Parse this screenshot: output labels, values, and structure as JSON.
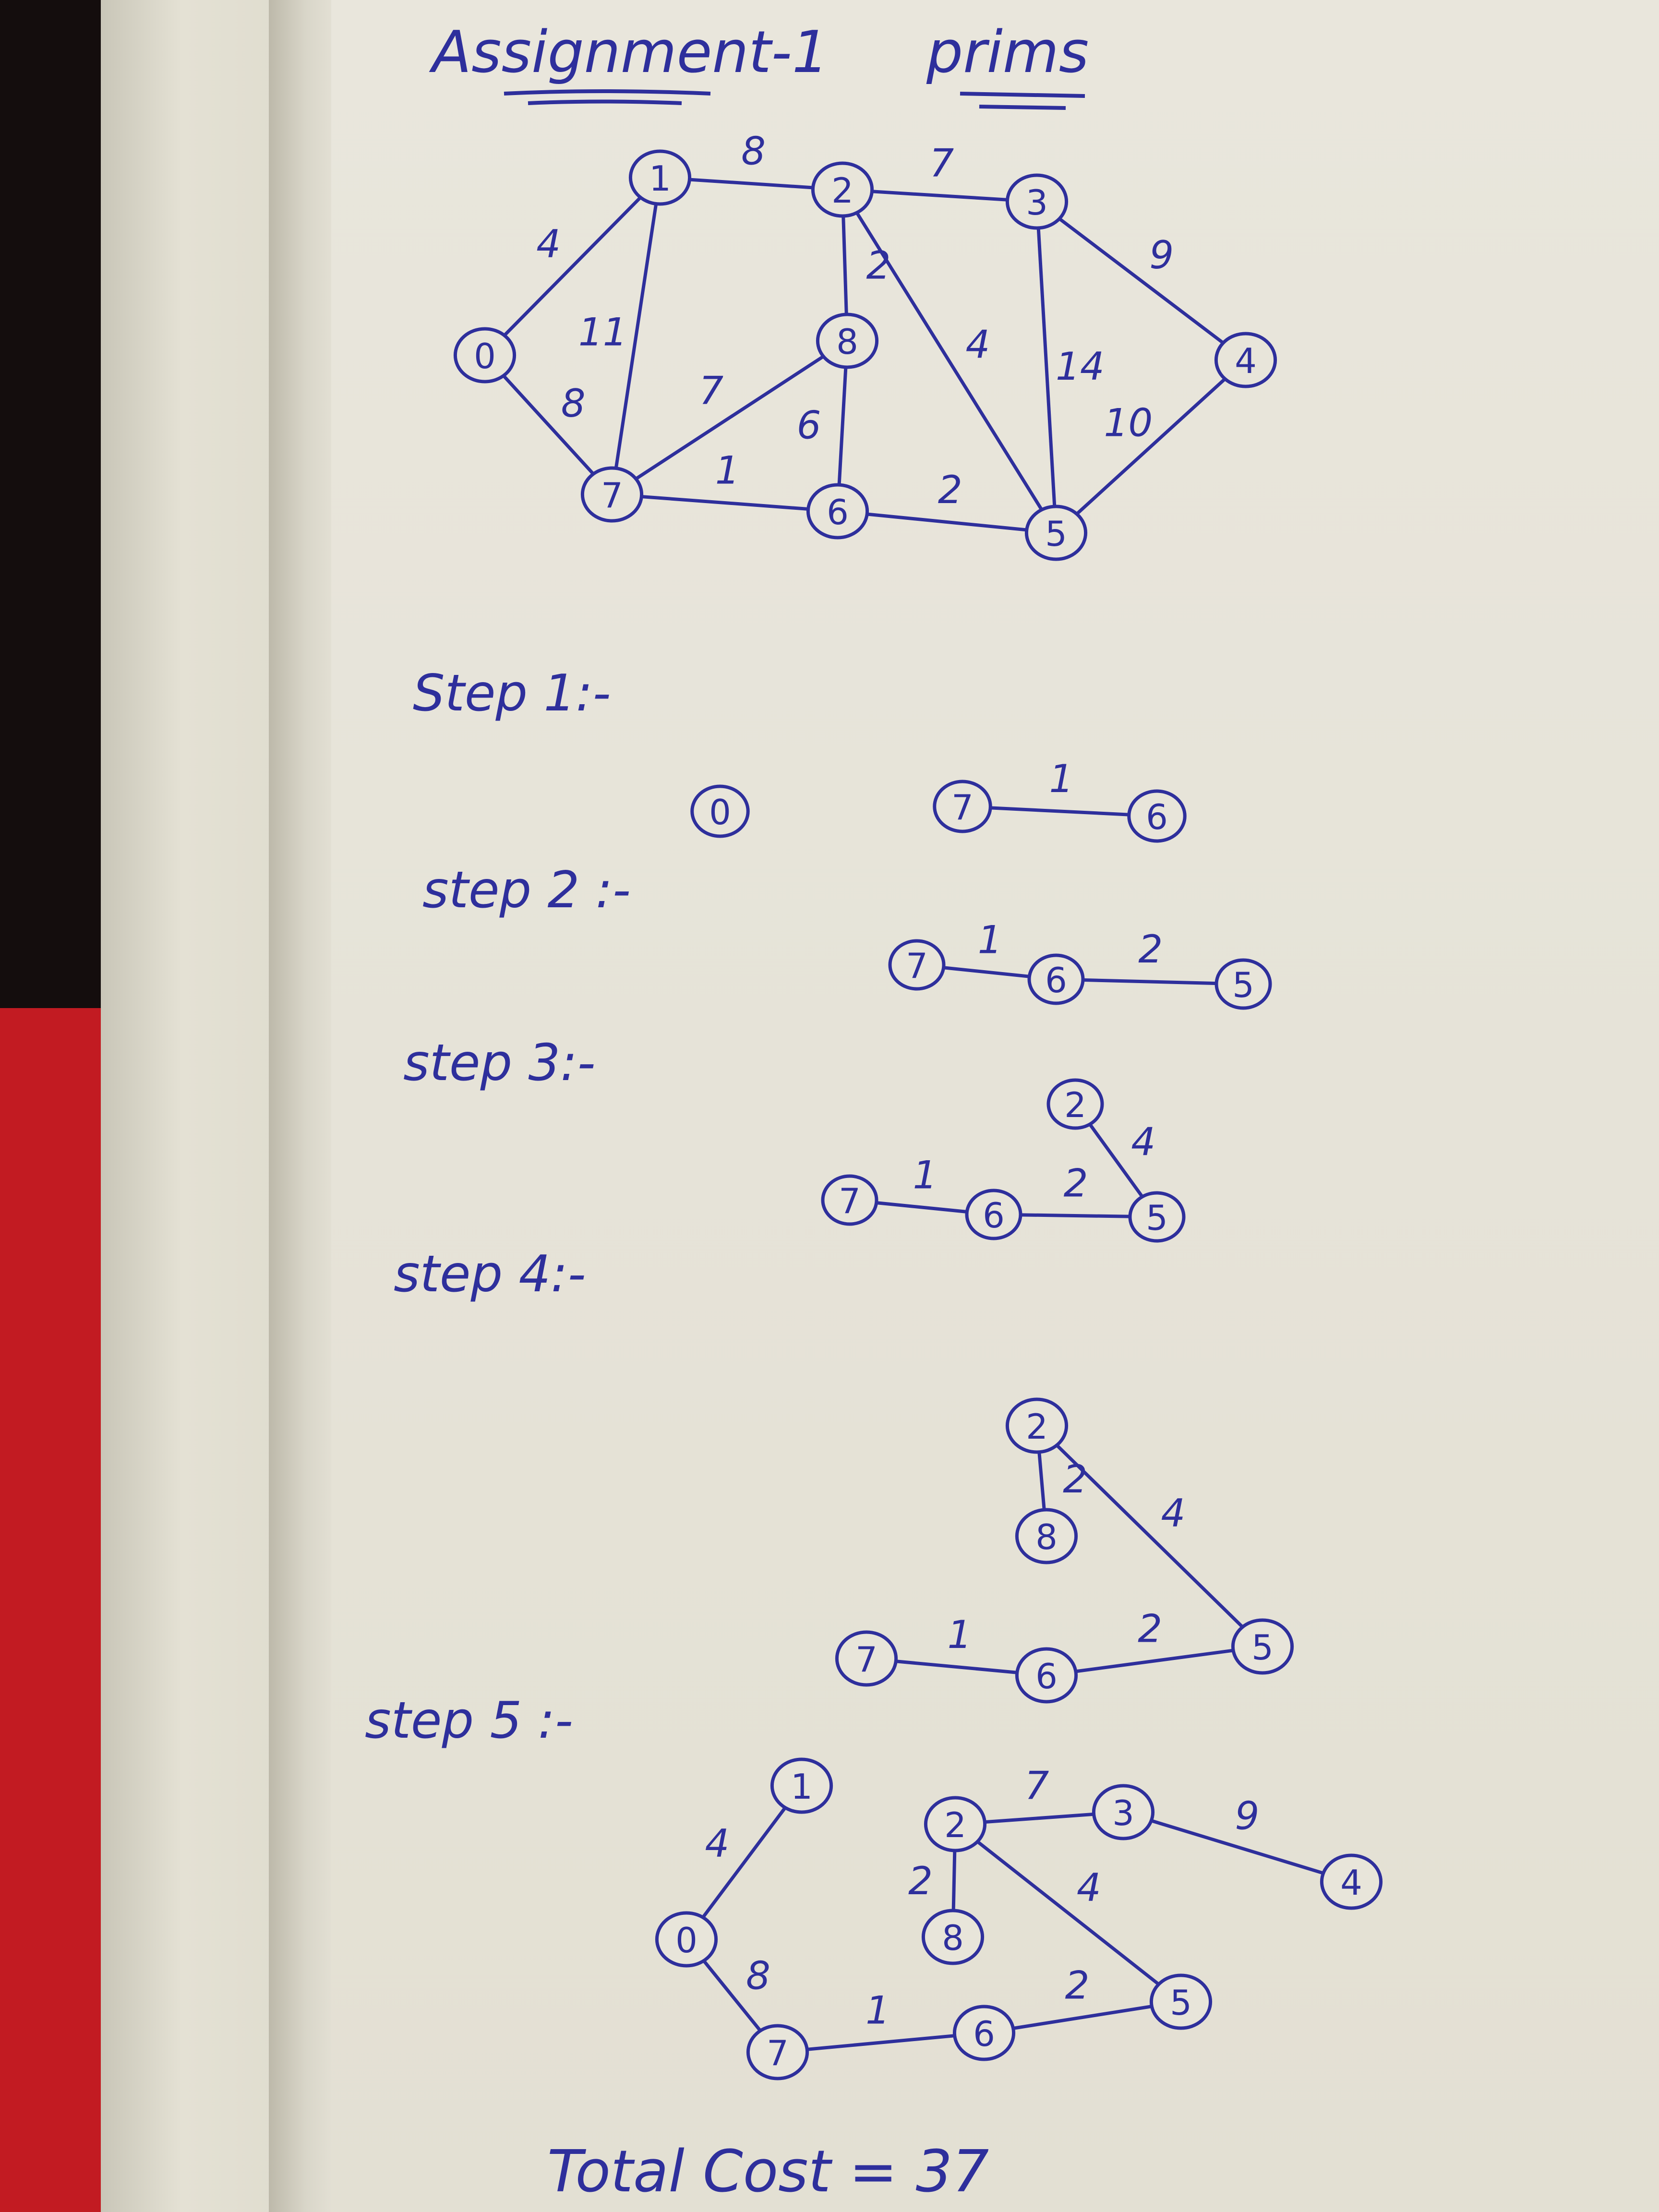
{
  "title": "Assignment-1",
  "subtitle": "prims",
  "ink_color": "#2e2f9c",
  "graph": {
    "nodes": [
      "0",
      "1",
      "2",
      "3",
      "4",
      "5",
      "6",
      "7",
      "8"
    ],
    "edges": [
      {
        "from": "0",
        "to": "1",
        "weight": "4"
      },
      {
        "from": "1",
        "to": "2",
        "weight": "8"
      },
      {
        "from": "2",
        "to": "3",
        "weight": "7"
      },
      {
        "from": "3",
        "to": "4",
        "weight": "9"
      },
      {
        "from": "0",
        "to": "7",
        "weight": "8"
      },
      {
        "from": "1",
        "to": "7",
        "weight": "11"
      },
      {
        "from": "2",
        "to": "8",
        "weight": "2"
      },
      {
        "from": "7",
        "to": "8",
        "weight": "7"
      },
      {
        "from": "8",
        "to": "6",
        "weight": "6"
      },
      {
        "from": "2",
        "to": "5",
        "weight": "4"
      },
      {
        "from": "3",
        "to": "5",
        "weight": "14"
      },
      {
        "from": "4",
        "to": "5",
        "weight": "10"
      },
      {
        "from": "7",
        "to": "6",
        "weight": "1"
      },
      {
        "from": "6",
        "to": "5",
        "weight": "2"
      }
    ]
  },
  "steps": [
    {
      "label": "Step 1:-",
      "nodes": [
        "0",
        "7",
        "6"
      ],
      "edges": [
        {
          "from": "7",
          "to": "6",
          "weight": "1"
        }
      ]
    },
    {
      "label": "step 2 :-",
      "nodes": [
        "7",
        "6",
        "5"
      ],
      "edges": [
        {
          "from": "7",
          "to": "6",
          "weight": "1"
        },
        {
          "from": "6",
          "to": "5",
          "weight": "2"
        }
      ]
    },
    {
      "label": "step 3:-",
      "nodes": [
        "2",
        "7",
        "6",
        "5"
      ],
      "edges": [
        {
          "from": "7",
          "to": "6",
          "weight": "1"
        },
        {
          "from": "6",
          "to": "5",
          "weight": "2"
        },
        {
          "from": "2",
          "to": "5",
          "weight": "4"
        }
      ]
    },
    {
      "label": "step 4:-",
      "nodes": [
        "2",
        "8",
        "7",
        "6",
        "5"
      ],
      "edges": [
        {
          "from": "2",
          "to": "8",
          "weight": "2"
        },
        {
          "from": "2",
          "to": "5",
          "weight": "4"
        },
        {
          "from": "7",
          "to": "6",
          "weight": "1"
        },
        {
          "from": "6",
          "to": "5",
          "weight": "2"
        }
      ]
    },
    {
      "label": "step 5 :-",
      "nodes": [
        "0",
        "1",
        "2",
        "3",
        "4",
        "5",
        "6",
        "7",
        "8"
      ],
      "edges": [
        {
          "from": "0",
          "to": "1",
          "weight": "4"
        },
        {
          "from": "2",
          "to": "3",
          "weight": "7"
        },
        {
          "from": "3",
          "to": "4",
          "weight": "9"
        },
        {
          "from": "2",
          "to": "8",
          "weight": "2"
        },
        {
          "from": "2",
          "to": "5",
          "weight": "4"
        },
        {
          "from": "0",
          "to": "7",
          "weight": "8"
        },
        {
          "from": "7",
          "to": "6",
          "weight": "1"
        },
        {
          "from": "6",
          "to": "5",
          "weight": "2"
        }
      ]
    }
  ],
  "total_cost": "Total Cost = 37"
}
